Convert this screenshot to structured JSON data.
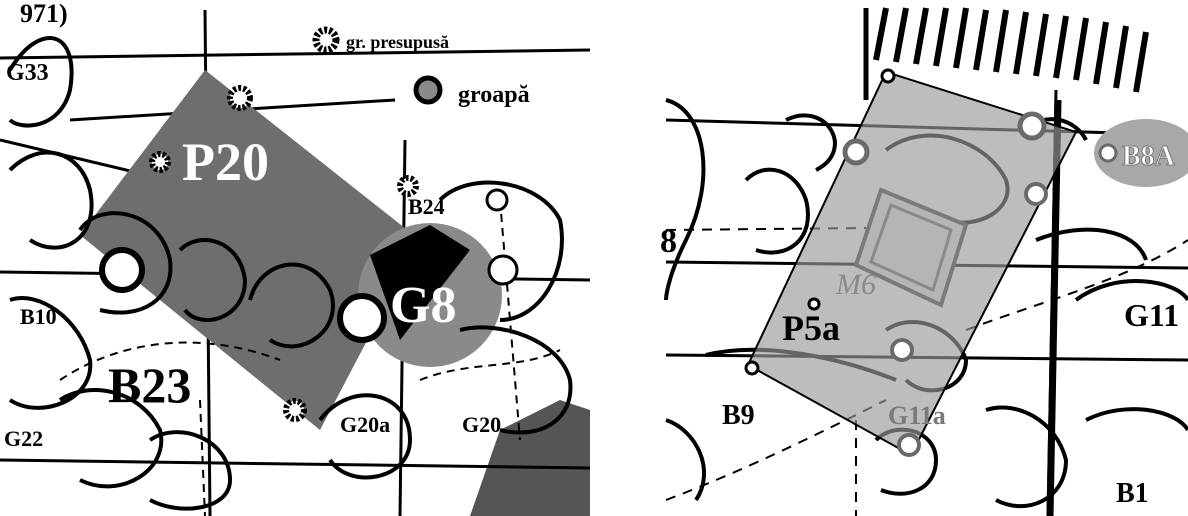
{
  "left_panel": {
    "top_label": "971)",
    "legend": {
      "presumed_pit": "gr. presupusă",
      "pit": "groapă"
    },
    "labels": {
      "g33": "G33",
      "p20": "P20",
      "b24": "B24",
      "g8": "G8",
      "b10": "B10",
      "b23": "B23",
      "g22": "G22",
      "g20a": "G20a",
      "g20": "G20"
    },
    "colors": {
      "shaded_zone": "#6e6e6e",
      "pit_disc": "#8a8a8a",
      "lines": "#000000"
    }
  },
  "right_panel": {
    "labels": {
      "b8a": "B8A",
      "p5a": "P5a",
      "m6": "M6",
      "g11": "G11",
      "b9": "B9",
      "g11a": "G11a",
      "b1": "B1",
      "edge_8": "8"
    },
    "colors": {
      "overlay": "#9a9a9a",
      "lines": "#000000"
    }
  }
}
